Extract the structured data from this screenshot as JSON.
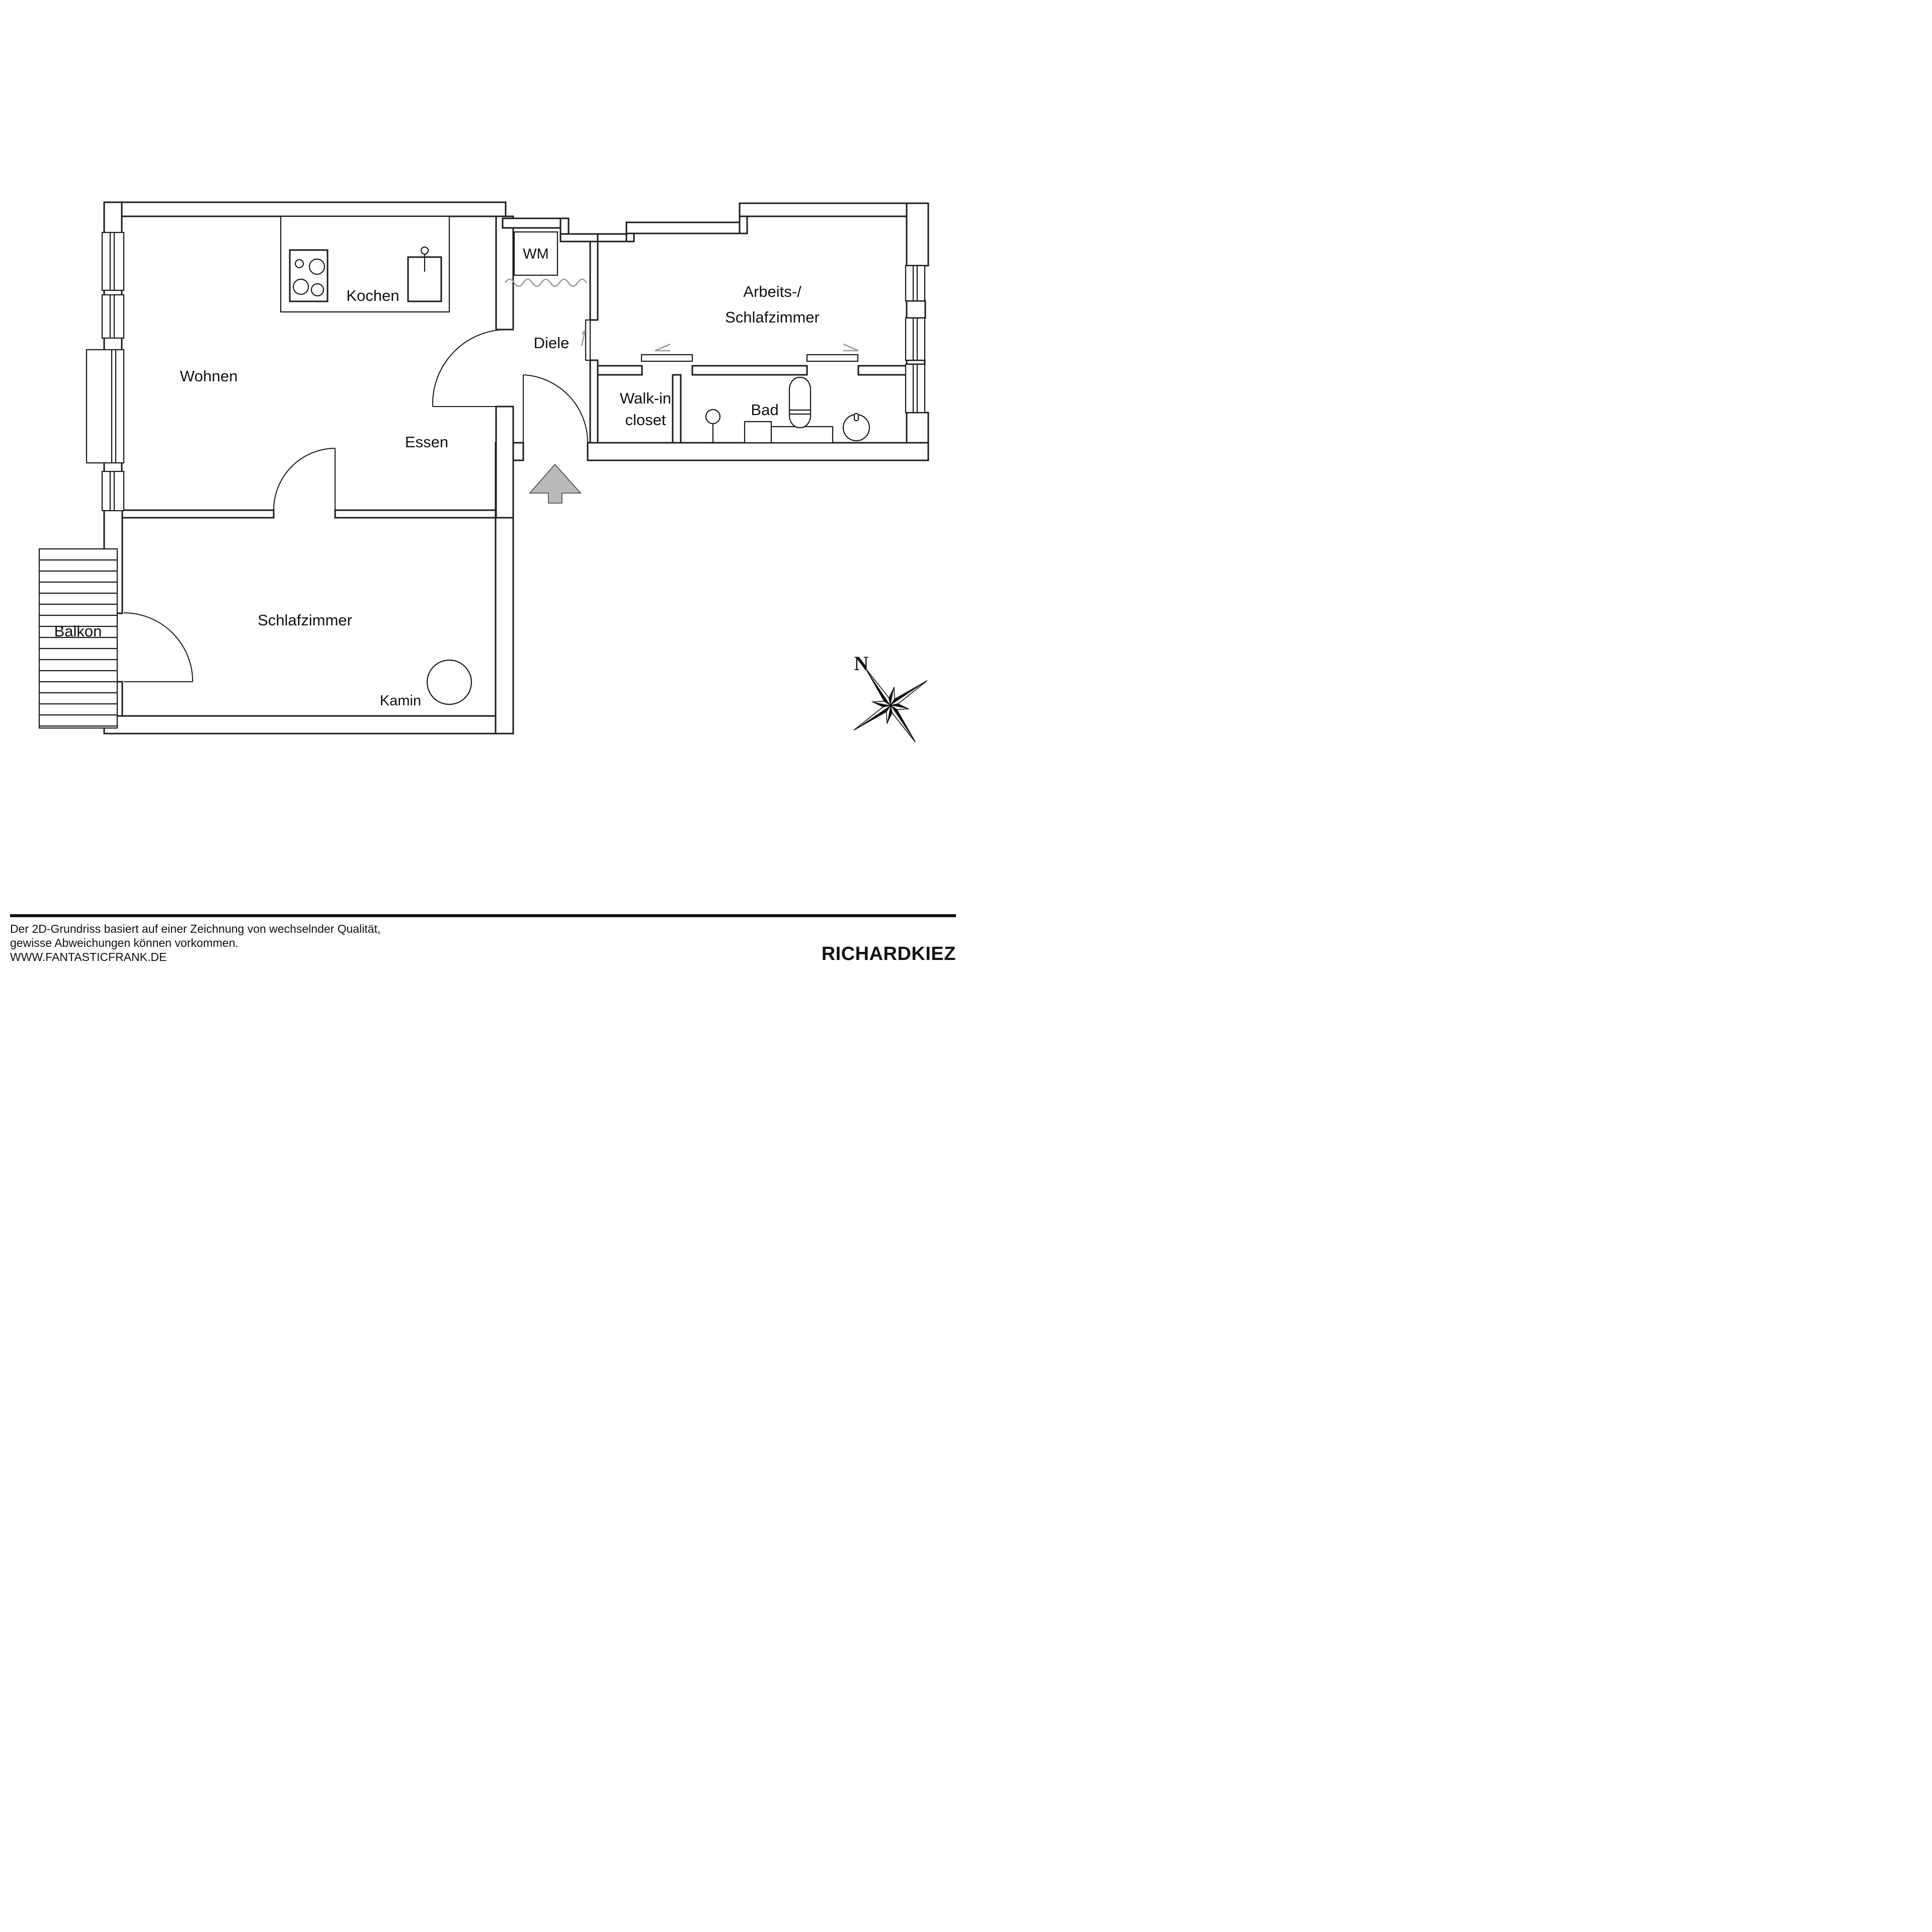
{
  "plan": {
    "rooms": {
      "wohnen": "Wohnen",
      "kochen": "Kochen",
      "essen": "Essen",
      "diele": "Diele",
      "schlafzimmer": "Schlafzimmer",
      "balkon": "Balkon",
      "bad": "Bad",
      "arbeits_line1": "Arbeits-/",
      "arbeits_line2": "Schlafzimmer",
      "walkin_line1": "Walk-in",
      "walkin_line2": "closet"
    },
    "fixtures": {
      "wm": "WM",
      "kamin": "Kamin"
    },
    "compass": {
      "north": "N"
    }
  },
  "footer": {
    "disclaimer_line1": "Der 2D-Grundriss basiert auf einer Zeichnung von wechselnder Qualität,",
    "disclaimer_line2": "gewisse Abweichungen können vorkommen.",
    "website": "WWW.FANTASTICFRANK.DE"
  },
  "branding": {
    "logo": "RICHARDKIEZ"
  },
  "colors": {
    "wall_line": "#1a1a1a",
    "gray_accent": "#9a9a9a",
    "entry_arrow_fill": "#b9b9b9"
  }
}
